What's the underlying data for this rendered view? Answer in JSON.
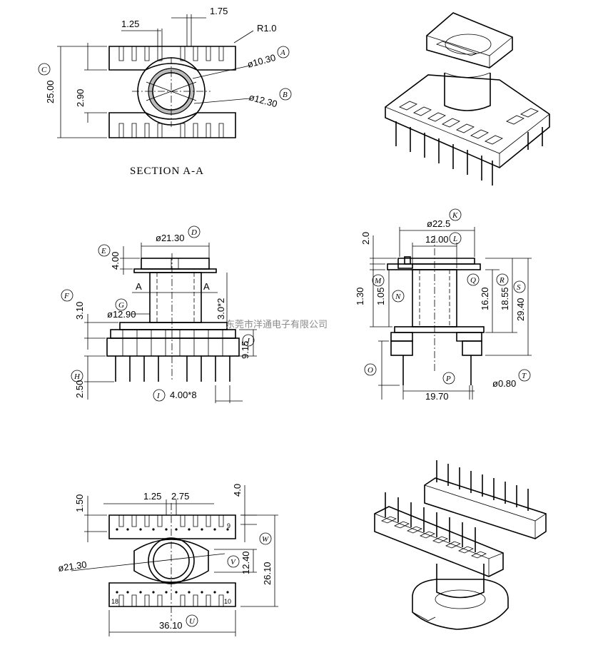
{
  "title": "SECTION A-A",
  "watermark": "东莞市洋通电子有限公司",
  "top_view": {
    "d_125": "1.25",
    "d_175": "1.75",
    "d_r": "R1.0",
    "d_1030": "ø10.30",
    "d_1230": "ø12.30",
    "d_2500": "25.00",
    "d_290": "2.90",
    "A": "A",
    "B": "B",
    "C": "C"
  },
  "front_view": {
    "d_2130": "ø21.30",
    "d_400": "4.00",
    "d_310": "3.10",
    "d_1290": "ø12.90",
    "d_30x2": "3.0*2",
    "d_915": "9.15",
    "d_250": "2.50",
    "d_400x8": "4.00*8",
    "sec_a_left": "A",
    "sec_a_right": "A",
    "D": "D",
    "E": "E",
    "F": "F",
    "G": "G",
    "H": "H",
    "I": "I",
    "J": "J"
  },
  "side_view": {
    "d_225": "ø22.5",
    "d_20": "2.0",
    "d_1200": "12.00",
    "d_130": "1.30",
    "d_105": "1.05",
    "d_1620": "16.20",
    "d_1855": "18.55",
    "d_2940": "29.40",
    "d_1970": "19.70",
    "d_080": "ø0.80",
    "K": "K",
    "L": "L",
    "M": "M",
    "N": "N",
    "O": "O",
    "P": "P",
    "Q": "Q",
    "R": "R",
    "S": "S",
    "T": "T"
  },
  "bottom_view": {
    "d_150": "1.50",
    "d_125": "1.25",
    "d_275": "2.75",
    "d_40": "4.0",
    "d_2130": "ø21.30",
    "d_1240": "12.40",
    "d_2610": "26.10",
    "d_3610": "36.10",
    "pin_9": "9",
    "pin_18": "18",
    "pin_10": "10",
    "U": "U",
    "V": "V",
    "W": "W"
  }
}
